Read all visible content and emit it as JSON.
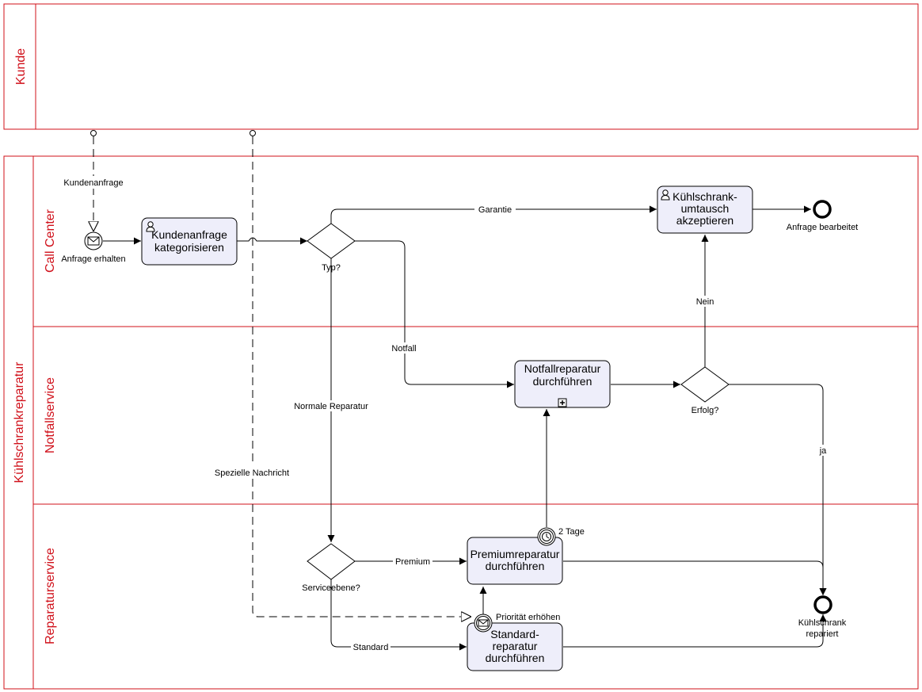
{
  "pools": {
    "customer": {
      "lane_label": "Kunde"
    },
    "main": {
      "pool_label": "Kühlschrankreparatur",
      "lanes": [
        "Call Center",
        "Notfallservice",
        "Reparaturservice"
      ]
    }
  },
  "events": {
    "start": "Anfrage erhalten",
    "end_callcenter": "Anfrage bearbeitet",
    "end_repair_line1": "Kühlschrank",
    "end_repair_line2": "repariert",
    "boundary_timer": "2 Tage",
    "boundary_message": "Priorität erhöhen"
  },
  "tasks": {
    "categorize": [
      "Kundenanfrage",
      "kategorisieren"
    ],
    "exchange": [
      "Kühlschrank-",
      "umtausch",
      "akzeptieren"
    ],
    "emergency": [
      "Notfallreparatur",
      "durchführen"
    ],
    "premium": [
      "Premiumreparatur",
      "durchführen"
    ],
    "standard": [
      "Standard-",
      "reparatur",
      "durchführen"
    ]
  },
  "gateways": {
    "type": "Typ?",
    "success": "Erfolg?",
    "service_level": "Serviceebene?"
  },
  "flow_labels": {
    "warranty": "Garantie",
    "emergency": "Notfall",
    "normal": "Normale Reparatur",
    "no": "Nein",
    "yes": "ja",
    "premium": "Premium",
    "standard": "Standard"
  },
  "message_flows": {
    "request": "Kundenanfrage",
    "special": "Spezielle Nachricht"
  },
  "colors": {
    "lane_accent": "#d0101a",
    "task_fill": "#eeeefa"
  }
}
